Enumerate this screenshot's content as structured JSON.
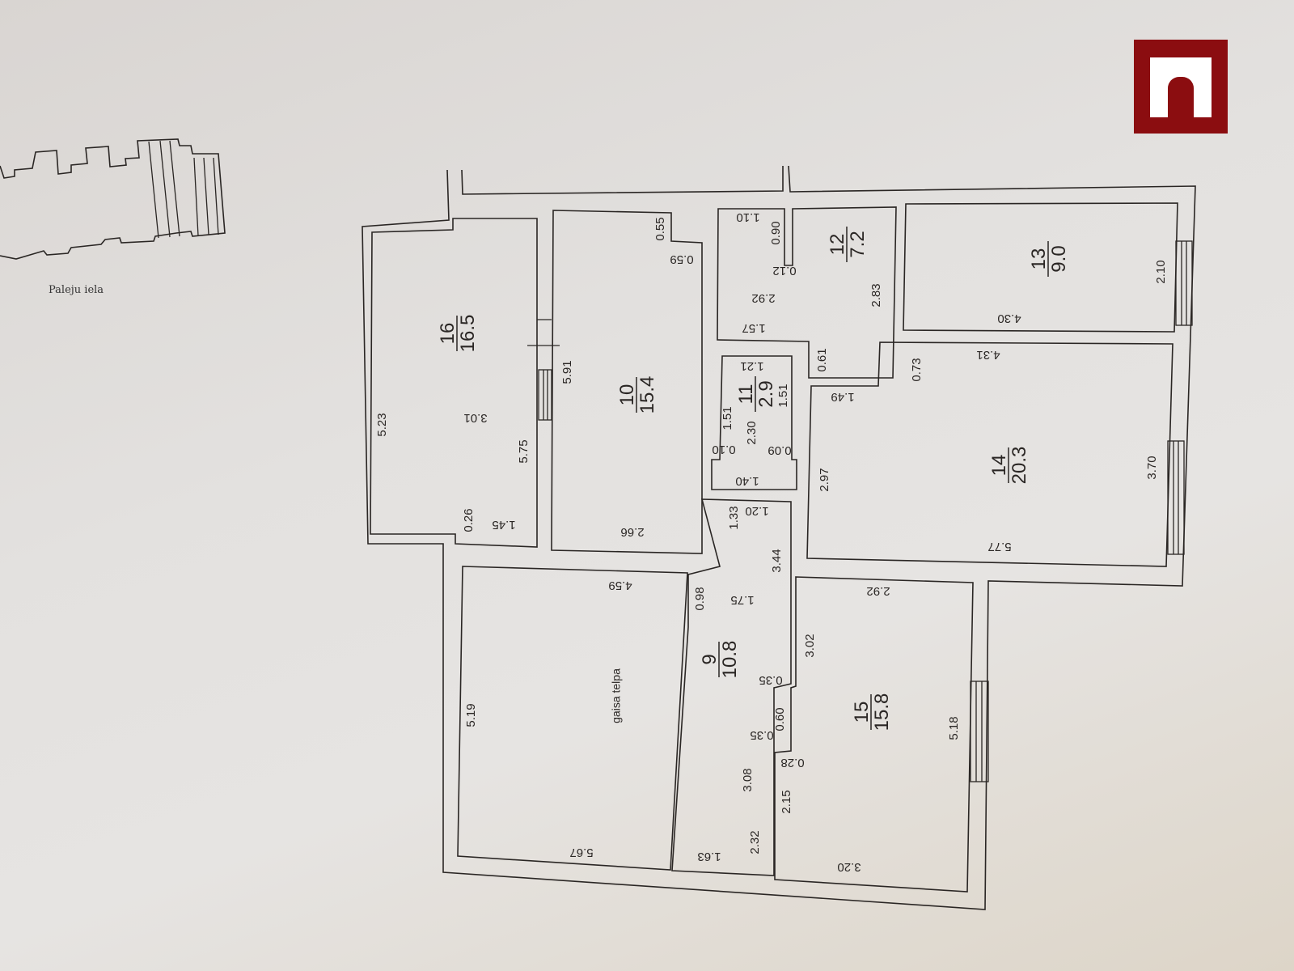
{
  "street_label": "Paleju iela",
  "logo_colors": {
    "background": "#8b0d10",
    "foreground": "#ffffff"
  },
  "rooms": [
    {
      "number": "16",
      "area": "16.5"
    },
    {
      "number": "10",
      "area": "15.4"
    },
    {
      "number": "12",
      "area": "7.2"
    },
    {
      "number": "13",
      "area": "9.0"
    },
    {
      "number": "11",
      "area": "2.9"
    },
    {
      "number": "14",
      "area": "20.3"
    },
    {
      "number": "9",
      "area": "10.8"
    },
    {
      "number": "15",
      "area": "15.8"
    }
  ],
  "air_space_label": "gaisa telpa",
  "dimensions": [
    "5.23",
    "5.75",
    "0.26",
    "5.91",
    "0.55",
    "0.90",
    "2.83",
    "0.61",
    "0.73",
    "2.10",
    "2.97",
    "3.70",
    "1.33",
    "3.44",
    "0.98",
    "3.02",
    "0.60",
    "3.08",
    "2.32",
    "2.15",
    "5.19",
    "5.18",
    "1.51",
    "2.30",
    "1.51",
    "3.01",
    "1.45",
    "2.66",
    "0.59",
    "1.10",
    "0.12",
    "2.92",
    "1.57",
    "1.21",
    "0.10",
    "0.09",
    "1.40",
    "1.20",
    "4.30",
    "4.31",
    "1.49",
    "5.77",
    "4.59",
    "1.75",
    "2.92",
    "0.35",
    "0.35",
    "0.28",
    "5.67",
    "1.63",
    "3.20"
  ]
}
